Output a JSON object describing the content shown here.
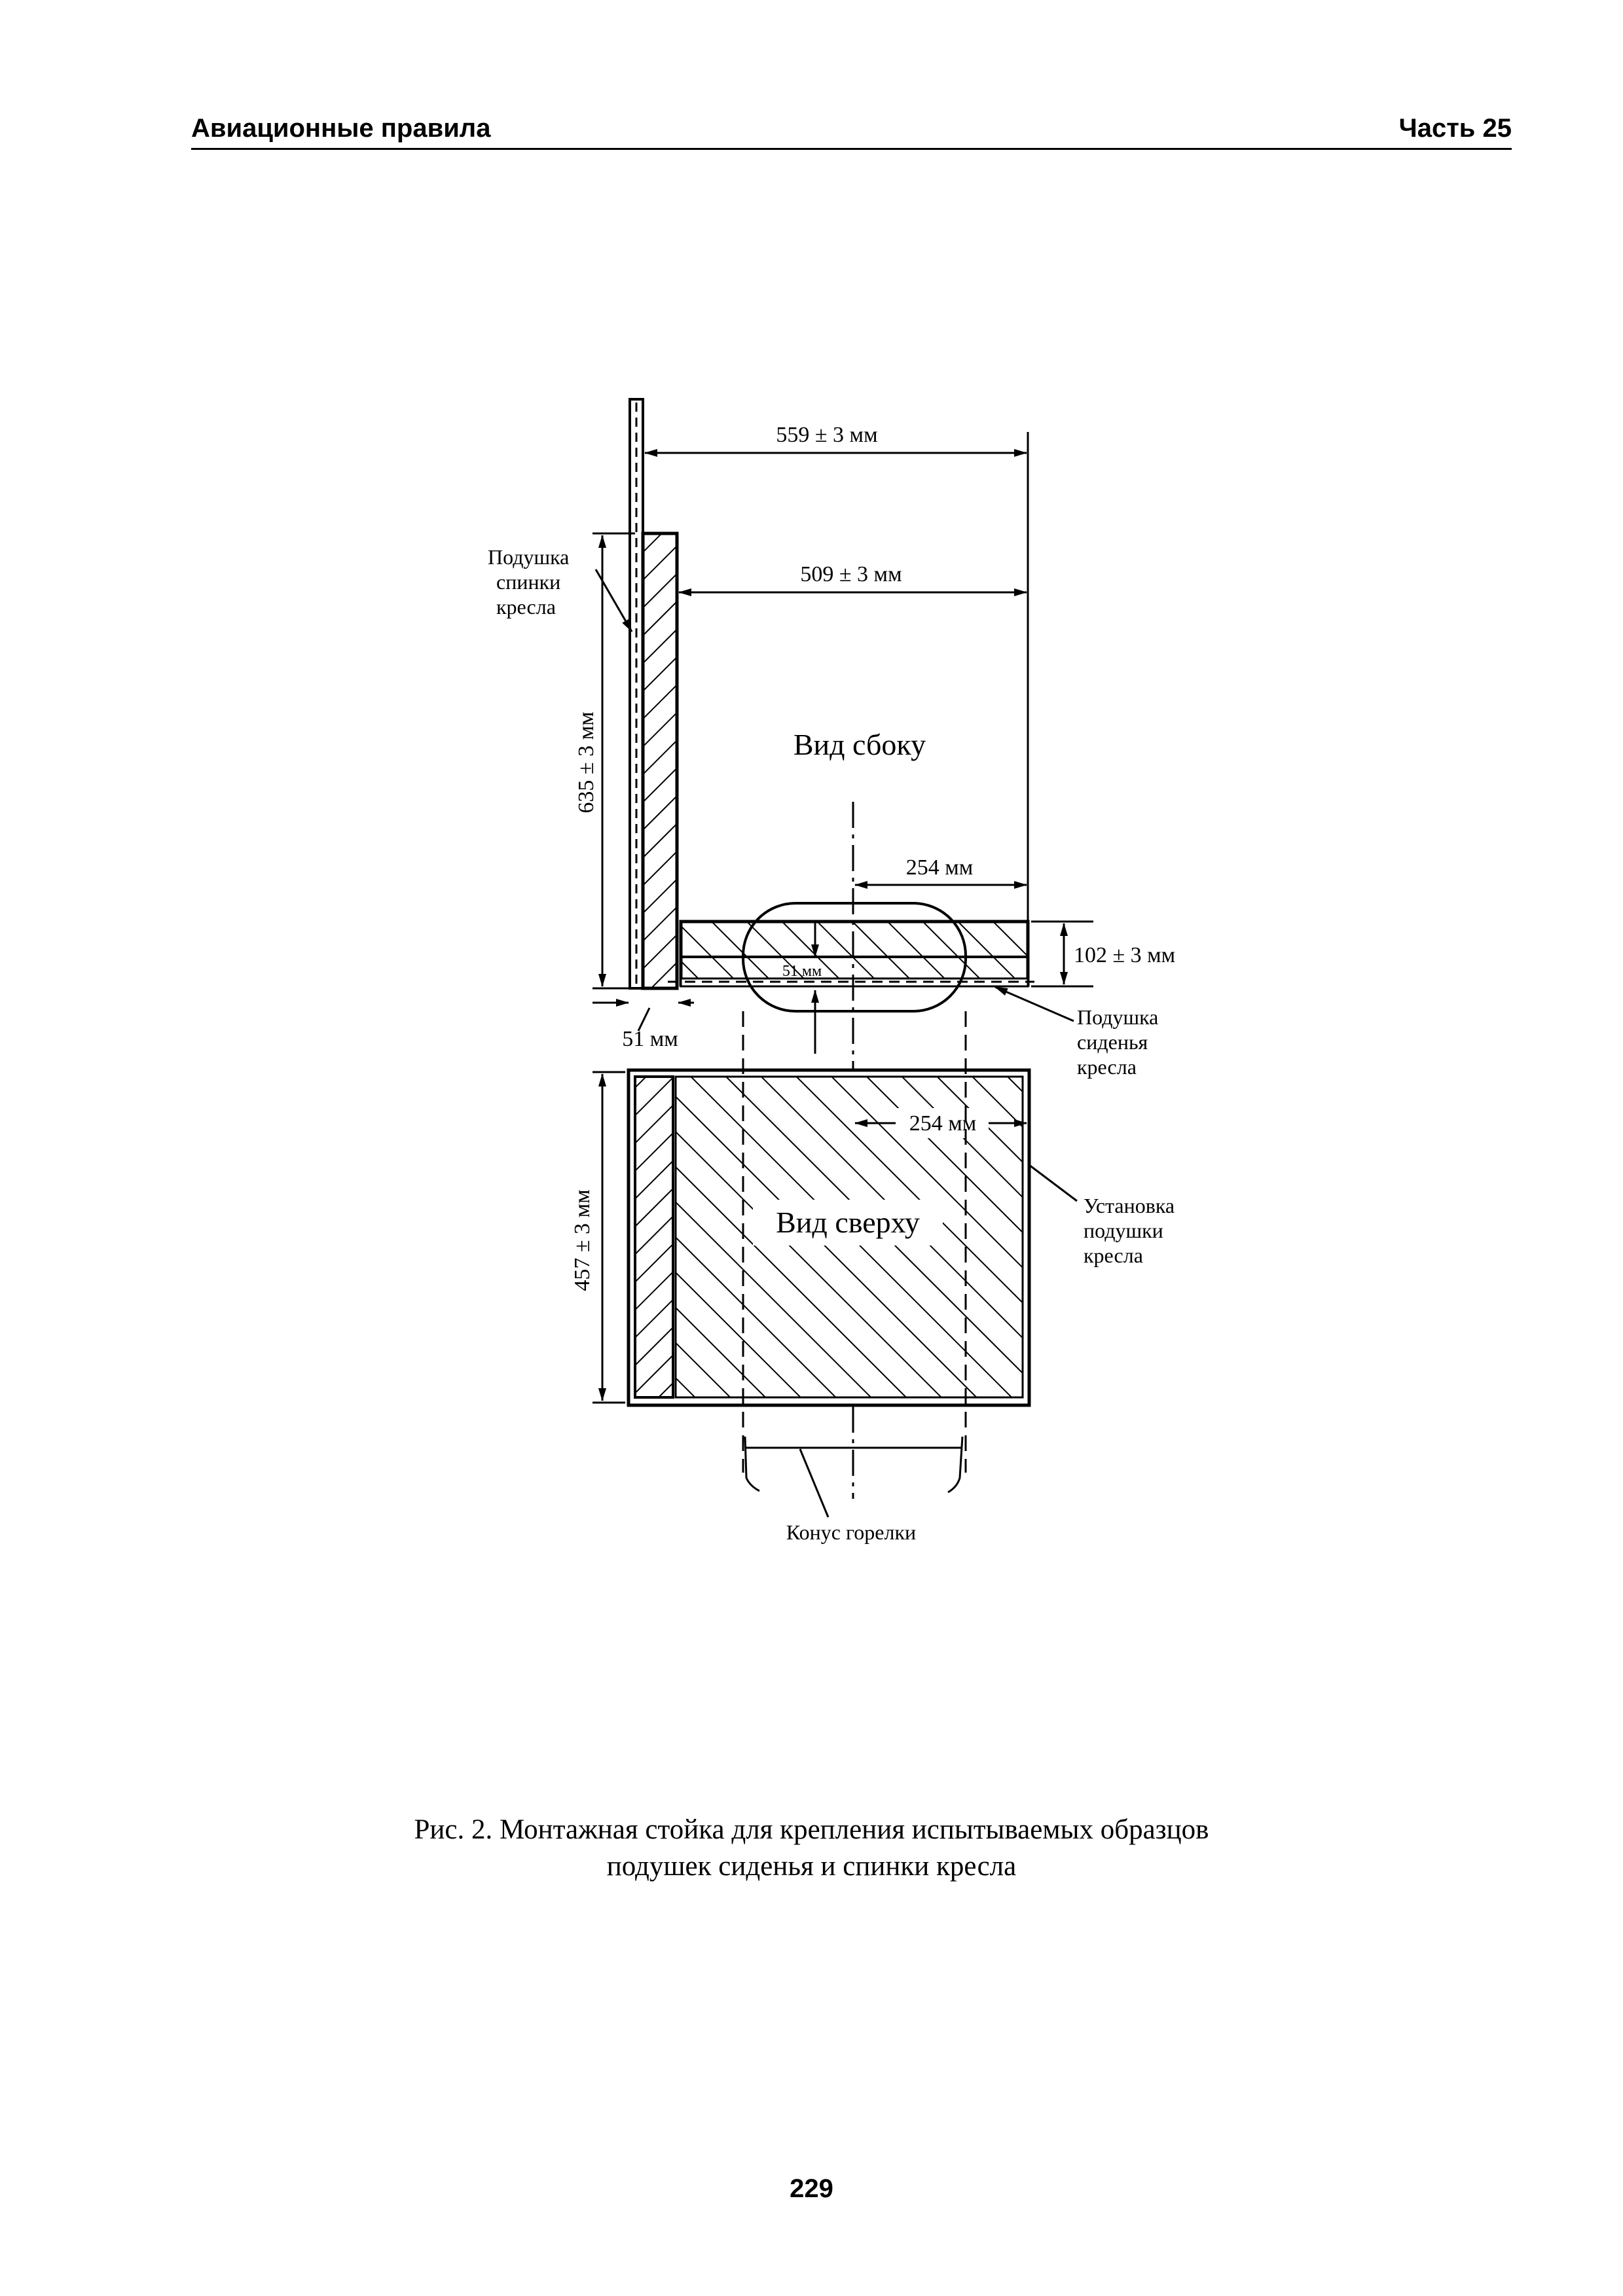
{
  "header": {
    "left_title": "Авиационные правила",
    "right_title": "Часть 25"
  },
  "figure": {
    "dim_559": "559 ± 3 мм",
    "dim_509": "509 ± 3 мм",
    "dim_635": "635 ± 3 мм",
    "dim_254_side": "254 мм",
    "dim_102": "102 ± 3 мм",
    "dim_51_inner": "51 мм",
    "dim_51_bottom": "51 мм",
    "dim_254_top": "254 мм",
    "dim_457": "457 ± 3 мм",
    "label_back_cushion": [
      "Подушка",
      "спинки",
      "кресла"
    ],
    "label_seat_cushion": [
      "Подушка",
      "сиденья",
      "кресла"
    ],
    "label_installation": [
      "Установка",
      "подушки",
      "кресла"
    ],
    "label_burner_cone": "Конус горелки",
    "title_side_view": "Вид сбоку",
    "title_top_view": "Вид сверху"
  },
  "caption": {
    "line1": "Рис. 2. Монтажная стойка для крепления испытываемых образцов",
    "line2": "подушек сиденья и спинки кресла"
  },
  "page_number": "229"
}
